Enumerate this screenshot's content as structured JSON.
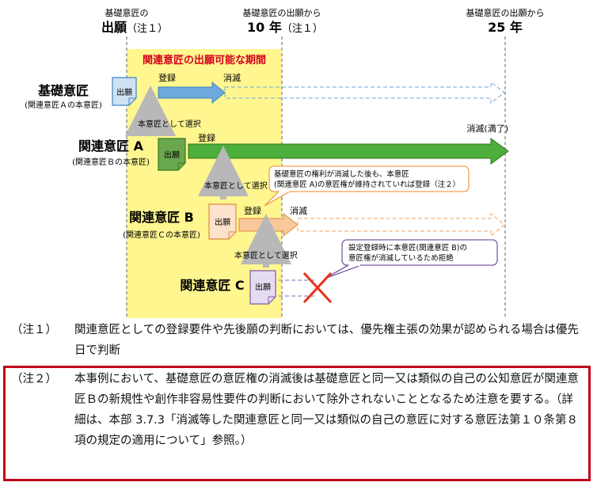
{
  "headers": [
    {
      "small": "基礎意匠の",
      "big": "出願",
      "suffix": "（注１）"
    },
    {
      "small": "基礎意匠の出願から",
      "big": "10 年",
      "suffix": "（注１）"
    },
    {
      "small": "基礎意匠の出願から",
      "big": "25 年",
      "suffix": ""
    }
  ],
  "period_label": "関連意匠の出願可能な期間",
  "rows": [
    {
      "title": "基礎意匠",
      "subtitle": "(関連意匠Ａの本意匠)"
    },
    {
      "title": "関連意匠 A",
      "subtitle": "(関連意匠Ｂの本意匠)"
    },
    {
      "title": "関連意匠 B",
      "subtitle": "(関連意匠Ｃの本意匠)"
    },
    {
      "title": "関連意匠 C",
      "subtitle": ""
    }
  ],
  "doc_label": "出願",
  "register_label": "登録",
  "extinct_label": "消滅",
  "expiry_label": "消滅(満了)",
  "select_label": "本意匠として選択",
  "callout_b": "基礎意匠の権利が消滅した後も、本意匠\n(関連意匠 A)の意匠権が維持されていれば登録（注２）",
  "callout_c": "設定登録時に本意匠(関連意匠 B)の\n意匠権が消滅しているため拒絶",
  "colors": {
    "period_bg": "#fff68f",
    "period_label": "#d6001c",
    "blue": "#6fa8dc",
    "green": "#4cae3b",
    "orange": "#f4a259",
    "purple": "#9b86c0",
    "reject": "#e8311a",
    "note_border": "#c0001a"
  },
  "notes": [
    {
      "label": "（注１）",
      "text": "関連意匠としての登録要件や先後願の判断においては、優先権主張の効果が認められる場合は優先日で判断"
    },
    {
      "label": "（注２）",
      "text": "本事例において、基礎意匠の意匠権の消滅後は基礎意匠と同一又は類似の自己の公知意匠が関連意匠Ｂの新規性や創作非容易性要件の判断において除外されないこととなるため注意を要する。（詳細は、本部 3.7.3「消滅等した関連意匠と同一又は類似の自己の意匠に対する意匠法第１０条第８項の規定の適用について」参照。）"
    }
  ]
}
